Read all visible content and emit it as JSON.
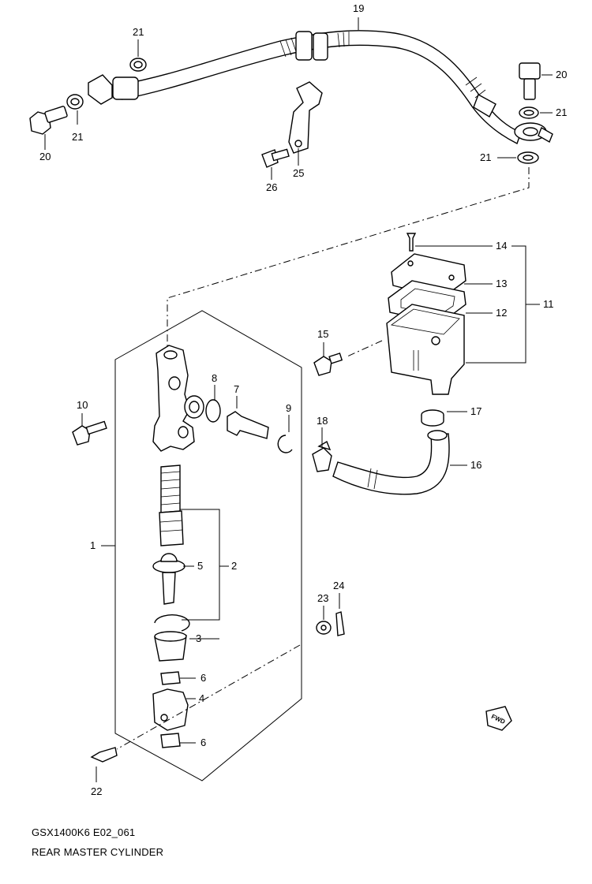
{
  "diagram": {
    "code": "GSX1400K6 E02_061",
    "title": "REAR MASTER CYLINDER",
    "callouts": [
      "19",
      "21",
      "21",
      "20",
      "20",
      "21",
      "21",
      "25",
      "26",
      "14",
      "13",
      "12",
      "11",
      "15",
      "10",
      "8",
      "7",
      "9",
      "18",
      "17",
      "16",
      "1",
      "2",
      "5",
      "3",
      "24",
      "23",
      "6",
      "4",
      "6",
      "22"
    ],
    "direction_badge": "FWD"
  }
}
